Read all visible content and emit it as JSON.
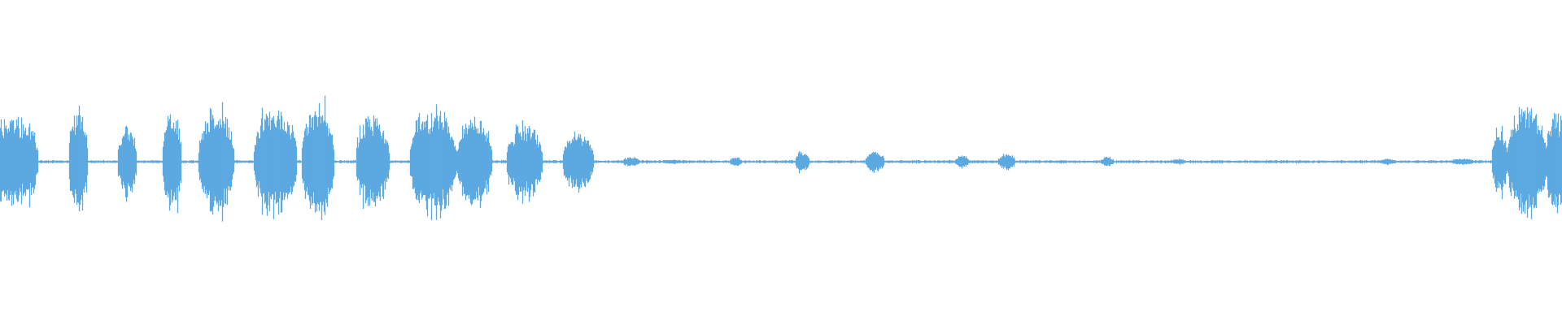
{
  "waveform": {
    "color": "#5DA9E1",
    "background": "#FFFFFF",
    "segments": [
      {
        "start": 0.0,
        "end": 0.024,
        "level": 0.55
      },
      {
        "start": 0.044,
        "end": 0.056,
        "level": 0.68
      },
      {
        "start": 0.075,
        "end": 0.087,
        "level": 0.45
      },
      {
        "start": 0.104,
        "end": 0.116,
        "level": 0.63
      },
      {
        "start": 0.127,
        "end": 0.15,
        "level": 0.68
      },
      {
        "start": 0.162,
        "end": 0.19,
        "level": 0.68
      },
      {
        "start": 0.193,
        "end": 0.214,
        "level": 0.7
      },
      {
        "start": 0.228,
        "end": 0.249,
        "level": 0.58
      },
      {
        "start": 0.262,
        "end": 0.292,
        "level": 0.7
      },
      {
        "start": 0.292,
        "end": 0.315,
        "level": 0.58
      },
      {
        "start": 0.324,
        "end": 0.347,
        "level": 0.48
      },
      {
        "start": 0.36,
        "end": 0.38,
        "level": 0.38
      },
      {
        "start": 0.398,
        "end": 0.409,
        "level": 0.06
      },
      {
        "start": 0.424,
        "end": 0.437,
        "level": 0.03
      },
      {
        "start": 0.467,
        "end": 0.475,
        "level": 0.06
      },
      {
        "start": 0.509,
        "end": 0.518,
        "level": 0.13
      },
      {
        "start": 0.554,
        "end": 0.566,
        "level": 0.13
      },
      {
        "start": 0.611,
        "end": 0.62,
        "level": 0.08
      },
      {
        "start": 0.639,
        "end": 0.65,
        "level": 0.1
      },
      {
        "start": 0.705,
        "end": 0.713,
        "level": 0.06
      },
      {
        "start": 0.75,
        "end": 0.758,
        "level": 0.04
      },
      {
        "start": 0.882,
        "end": 0.894,
        "level": 0.04
      },
      {
        "start": 0.928,
        "end": 0.944,
        "level": 0.04
      },
      {
        "start": 0.955,
        "end": 0.965,
        "level": 0.42
      },
      {
        "start": 0.965,
        "end": 0.99,
        "level": 0.72
      },
      {
        "start": 0.99,
        "end": 1.0,
        "level": 0.6
      }
    ]
  }
}
